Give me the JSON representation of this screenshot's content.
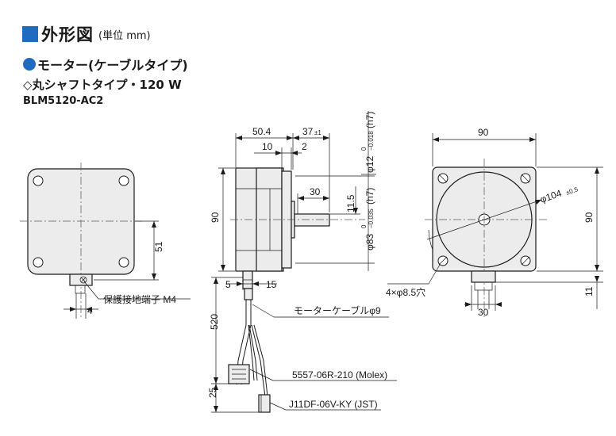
{
  "header": {
    "title": "外形図",
    "unit": "(単位 mm)"
  },
  "subtitle": {
    "motor_type": "モーター(ケーブルタイプ)",
    "shaft_type": "◇丸シャフトタイプ・120 W",
    "model": "BLM5120-AC2"
  },
  "dimensions": {
    "ground_dist": "51",
    "ground_w": "4",
    "ground_label": "保護接地端子 M4",
    "body_len": "50.4",
    "shaft_len": "37",
    "shaft_len_tol": "±1",
    "flange_10": "10",
    "flange_2": "2",
    "key_30": "30",
    "shaft_11_5": "11.5",
    "side_90": "90",
    "shaft_dia": "φ12",
    "shaft_tol_top": "0",
    "shaft_tol_bot": "−0.018",
    "shaft_tol_suffix": "(h7)",
    "pilot_dia": "φ83",
    "pilot_tol_top": "0",
    "pilot_tol_bot": "−0.035",
    "pilot_tol_suffix": "(h7)",
    "cable_5": "5",
    "cable_15": "15",
    "cable_520": "520",
    "cable_25": "25",
    "cable_label": "モーターケーブルφ9",
    "conn1_label": "5557-06R-210 (Molex)",
    "conn2_label": "J11DF-06V-KY (JST)",
    "front_w": "90",
    "front_h": "90",
    "pcd": "φ104",
    "pcd_tol": "±0.5",
    "holes": "4×φ8.5穴",
    "front_30": "30",
    "front_11": "11"
  }
}
